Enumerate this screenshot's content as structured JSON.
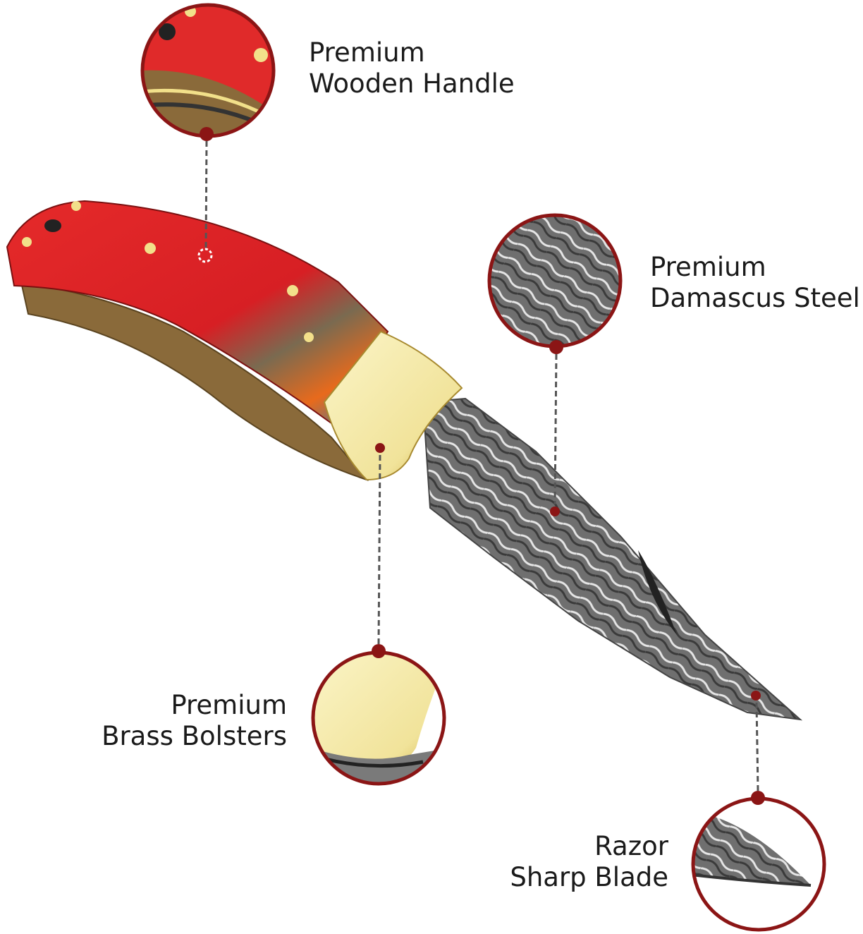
{
  "features": [
    {
      "line1": "Premium",
      "line2": "Wooden Handle"
    },
    {
      "line1": "Premium",
      "line2": "Damascus Steel"
    },
    {
      "line1": "Premium",
      "line2": "Brass Bolsters"
    },
    {
      "line1": "Razor",
      "line2": "Sharp Blade"
    }
  ],
  "colors": {
    "accent": "#8b1515",
    "handle": "#e0262a",
    "brass": "#f3e9a8",
    "steel": "#8a8a8a"
  }
}
